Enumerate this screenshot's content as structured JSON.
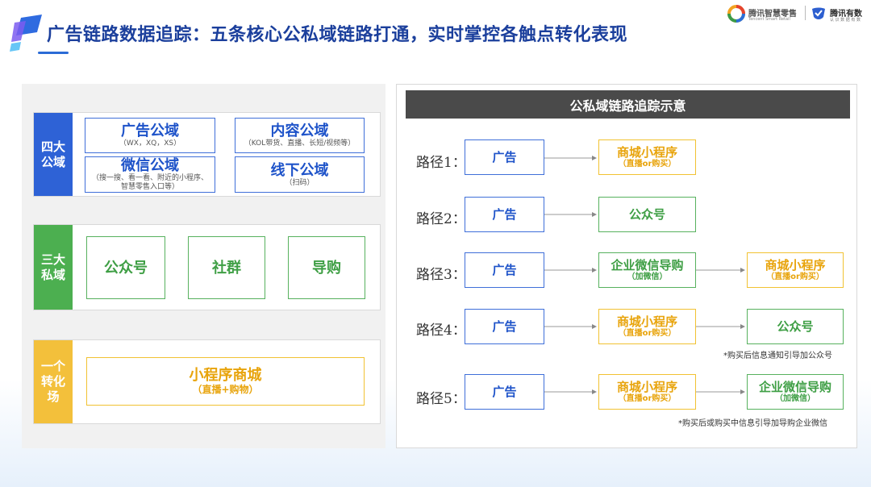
{
  "header": {
    "title": "广告链路数据追踪：五条核心公私域链路打通，实时掌控各触点转化表现",
    "brand1_name": "腾讯智慧零售",
    "brand1_sub": "Tencent Smart Retail",
    "brand2_name": "腾讯有数",
    "brand2_sub": "认 识 数 据 有 数"
  },
  "left": {
    "public": {
      "label": "四大\n公域",
      "color": "#2e62d6",
      "cards": [
        {
          "main": "广告公域",
          "sub": "（WX，XQ，XS）"
        },
        {
          "main": "内容公域",
          "sub": "（KOL带货、直播、长短/视频等）"
        },
        {
          "main": "微信公域",
          "sub": "（搜一搜、看一看、附近的小程序、智慧零售入口等）"
        },
        {
          "main": "线下公域",
          "sub": "（扫码）"
        }
      ]
    },
    "private": {
      "label": "三大\n私域",
      "color": "#4caf50",
      "cards": [
        {
          "main": "公众号"
        },
        {
          "main": "社群"
        },
        {
          "main": "导购"
        }
      ]
    },
    "conversion": {
      "label": "一个\n转化\n场",
      "color": "#f3c03b",
      "card": {
        "main": "小程序商城",
        "sub": "（直播+购物）"
      }
    }
  },
  "right": {
    "title": "公私域链路追踪示意",
    "paths": [
      {
        "label": "路径1：",
        "nodes": [
          {
            "main": "广告"
          },
          {
            "main": "商城小程序",
            "sub": "（直播or购买）"
          }
        ]
      },
      {
        "label": "路径2：",
        "nodes": [
          {
            "main": "广告"
          },
          {
            "main": "公众号"
          }
        ]
      },
      {
        "label": "路径3：",
        "nodes": [
          {
            "main": "广告"
          },
          {
            "main": "企业微信导购",
            "sub": "（加微信）"
          },
          {
            "main": "商城小程序",
            "sub": "（直播or购买）"
          }
        ]
      },
      {
        "label": "路径4：",
        "nodes": [
          {
            "main": "广告"
          },
          {
            "main": "商城小程序",
            "sub": "（直播or购买）"
          },
          {
            "main": "公众号"
          }
        ],
        "note": "*购买后信息通知引导加公众号"
      },
      {
        "label": "路径5：",
        "nodes": [
          {
            "main": "广告"
          },
          {
            "main": "商城小程序",
            "sub": "（直播or购买）"
          },
          {
            "main": "企业微信导购",
            "sub": "（加微信）"
          }
        ],
        "note": "*购买后或购买中信息引导加导购企业微信"
      }
    ]
  }
}
